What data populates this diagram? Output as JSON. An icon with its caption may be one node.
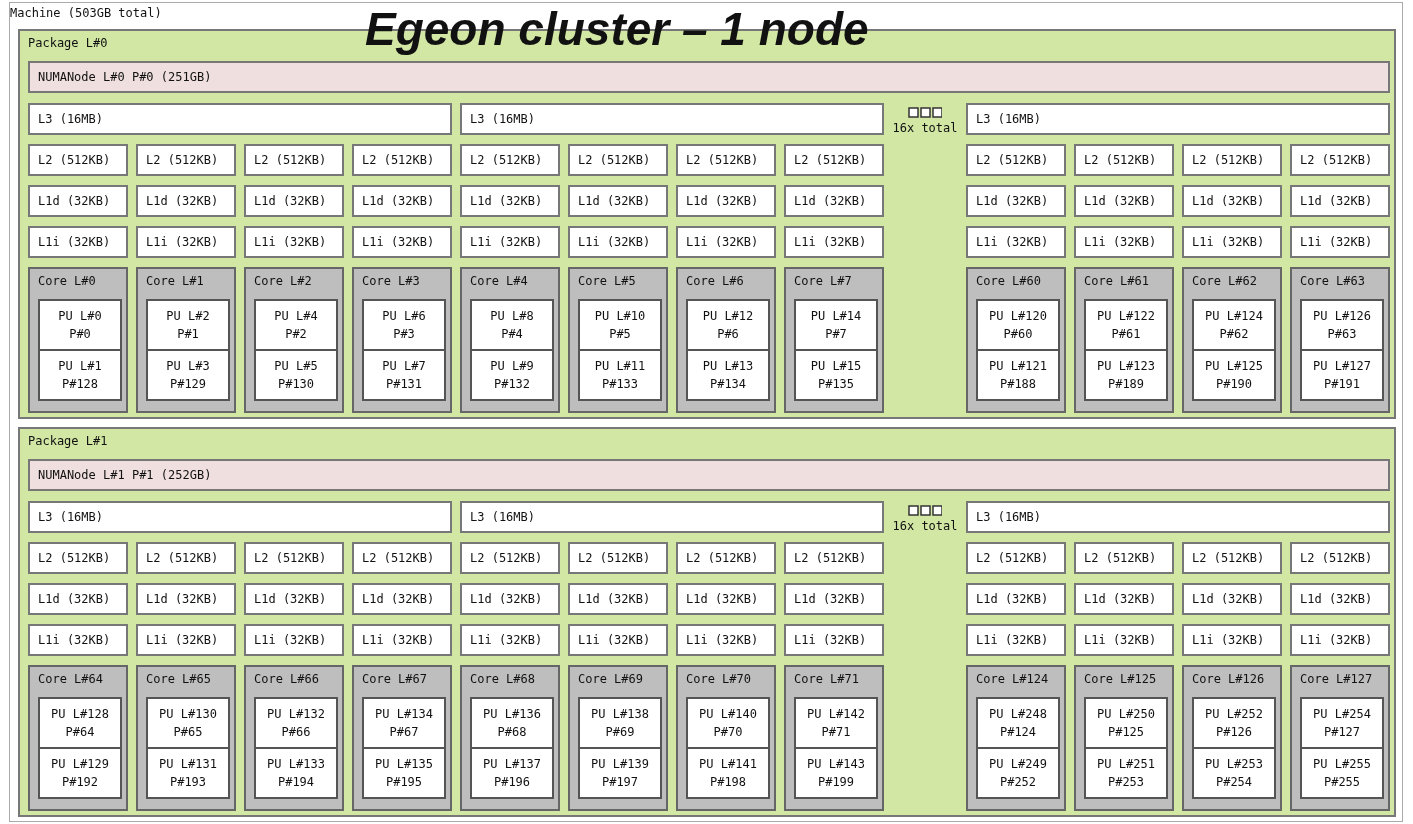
{
  "diagram": {
    "title": "Egeon cluster – 1 node",
    "nodes": [
      {
        "text": [
          "Machine (503GB total)"
        ]
      },
      {
        "text": [
          "Package L#0"
        ],
        "in": 0
      },
      {
        "text": [
          "NUMANode L#0 P#0 (251GB)"
        ],
        "in": 1
      },
      {
        "text": [
          "L3 (16MB)"
        ],
        "in": 1
      },
      {
        "text": [
          "L3 (16MB)"
        ],
        "in": 1
      },
      {
        "text": [
          "L3 (16MB)"
        ],
        "in": 1
      },
      {
        "text": [
          "L2 (512KB)"
        ],
        "in": 1
      },
      {
        "text": [
          "L2 (512KB)"
        ],
        "in": 1
      },
      {
        "text": [
          "L2 (512KB)"
        ],
        "in": 1
      },
      {
        "text": [
          "L2 (512KB)"
        ],
        "in": 1
      },
      {
        "text": [
          "L2 (512KB)"
        ],
        "in": 1
      },
      {
        "text": [
          "L2 (512KB)"
        ],
        "in": 1
      },
      {
        "text": [
          "L2 (512KB)"
        ],
        "in": 1
      },
      {
        "text": [
          "L2 (512KB)"
        ],
        "in": 1
      },
      {
        "text": [
          "L2 (512KB)"
        ],
        "in": 1
      },
      {
        "text": [
          "L2 (512KB)"
        ],
        "in": 1
      },
      {
        "text": [
          "L2 (512KB)"
        ],
        "in": 1
      },
      {
        "text": [
          "L2 (512KB)"
        ],
        "in": 1
      },
      {
        "text": [
          "L1d (32KB)"
        ],
        "in": 1
      },
      {
        "text": [
          "L1d (32KB)"
        ],
        "in": 1
      },
      {
        "text": [
          "L1d (32KB)"
        ],
        "in": 1
      },
      {
        "text": [
          "L1d (32KB)"
        ],
        "in": 1
      },
      {
        "text": [
          "L1d (32KB)"
        ],
        "in": 1
      },
      {
        "text": [
          "L1d (32KB)"
        ],
        "in": 1
      },
      {
        "text": [
          "L1d (32KB)"
        ],
        "in": 1
      },
      {
        "text": [
          "L1d (32KB)"
        ],
        "in": 1
      },
      {
        "text": [
          "L1d (32KB)"
        ],
        "in": 1
      },
      {
        "text": [
          "L1d (32KB)"
        ],
        "in": 1
      },
      {
        "text": [
          "L1d (32KB)"
        ],
        "in": 1
      },
      {
        "text": [
          "L1d (32KB)"
        ],
        "in": 1
      },
      {
        "text": [
          "L1i (32KB)"
        ],
        "in": 1
      },
      {
        "text": [
          "L1i (32KB)"
        ],
        "in": 1
      },
      {
        "text": [
          "L1i (32KB)"
        ],
        "in": 1
      },
      {
        "text": [
          "L1i (32KB)"
        ],
        "in": 1
      },
      {
        "text": [
          "L1i (32KB)"
        ],
        "in": 1
      },
      {
        "text": [
          "L1i (32KB)"
        ],
        "in": 1
      },
      {
        "text": [
          "L1i (32KB)"
        ],
        "in": 1
      },
      {
        "text": [
          "L1i (32KB)"
        ],
        "in": 1
      },
      {
        "text": [
          "L1i (32KB)"
        ],
        "in": 1
      },
      {
        "text": [
          "L1i (32KB)"
        ],
        "in": 1
      },
      {
        "text": [
          "L1i (32KB)"
        ],
        "in": 1
      },
      {
        "text": [
          "L1i (32KB)"
        ],
        "in": 1
      },
      {
        "text": [
          "Core L#0"
        ],
        "in": 1
      },
      {
        "text": [
          "PU L#0",
          "P#0"
        ],
        "in": 42
      },
      {
        "text": [
          "PU L#1",
          "P#128"
        ],
        "in": 42
      },
      {
        "text": [
          "Core L#1"
        ],
        "in": 1
      },
      {
        "text": [
          "PU L#2",
          "P#1"
        ],
        "in": 45
      },
      {
        "text": [
          "PU L#3",
          "P#129"
        ],
        "in": 45
      },
      {
        "text": [
          "Core L#2"
        ],
        "in": 1
      },
      {
        "text": [
          "PU L#4",
          "P#2"
        ],
        "in": 48
      },
      {
        "text": [
          "PU L#5",
          "P#130"
        ],
        "in": 48
      },
      {
        "text": [
          "Core L#3"
        ],
        "in": 1
      },
      {
        "text": [
          "PU L#6",
          "P#3"
        ],
        "in": 51
      },
      {
        "text": [
          "PU L#7",
          "P#131"
        ],
        "in": 51
      },
      {
        "text": [
          "Core L#4"
        ],
        "in": 1
      },
      {
        "text": [
          "PU L#8",
          "P#4"
        ],
        "in": 54
      },
      {
        "text": [
          "PU L#9",
          "P#132"
        ],
        "in": 54
      },
      {
        "text": [
          "Core L#5"
        ],
        "in": 1
      },
      {
        "text": [
          "PU L#10",
          "P#5"
        ],
        "in": 57
      },
      {
        "text": [
          "PU L#11",
          "P#133"
        ],
        "in": 57
      },
      {
        "text": [
          "Core L#6"
        ],
        "in": 1
      },
      {
        "text": [
          "PU L#12",
          "P#6"
        ],
        "in": 60
      },
      {
        "text": [
          "PU L#13",
          "P#134"
        ],
        "in": 60
      },
      {
        "text": [
          "Core L#7"
        ],
        "in": 1
      },
      {
        "text": [
          "PU L#14",
          "P#7"
        ],
        "in": 63
      },
      {
        "text": [
          "PU L#15",
          "P#135"
        ],
        "in": 63
      },
      {
        "text": [
          "Core L#60"
        ],
        "in": 1
      },
      {
        "text": [
          "PU L#120",
          "P#60"
        ],
        "in": 66
      },
      {
        "text": [
          "PU L#121",
          "P#188"
        ],
        "in": 66
      },
      {
        "text": [
          "Core L#61"
        ],
        "in": 1
      },
      {
        "text": [
          "PU L#122",
          "P#61"
        ],
        "in": 69
      },
      {
        "text": [
          "PU L#123",
          "P#189"
        ],
        "in": 69
      },
      {
        "text": [
          "Core L#62"
        ],
        "in": 1
      },
      {
        "text": [
          "PU L#124",
          "P#62"
        ],
        "in": 72
      },
      {
        "text": [
          "PU L#125",
          "P#190"
        ],
        "in": 72
      },
      {
        "text": [
          "Core L#63"
        ],
        "in": 1
      },
      {
        "text": [
          "PU L#126",
          "P#63"
        ],
        "in": 75
      },
      {
        "text": [
          "PU L#127",
          "P#191"
        ],
        "in": 75
      },
      {
        "text": [
          "Package L#1"
        ],
        "in": 0
      },
      {
        "text": [
          "NUMANode L#1 P#1 (252GB)"
        ],
        "in": 78
      },
      {
        "text": [
          "L3 (16MB)"
        ],
        "in": 78
      },
      {
        "text": [
          "L3 (16MB)"
        ],
        "in": 78
      },
      {
        "text": [
          "L3 (16MB)"
        ],
        "in": 78
      },
      {
        "text": [
          "L2 (512KB)"
        ],
        "in": 78
      },
      {
        "text": [
          "L2 (512KB)"
        ],
        "in": 78
      },
      {
        "text": [
          "L2 (512KB)"
        ],
        "in": 78
      },
      {
        "text": [
          "L2 (512KB)"
        ],
        "in": 78
      },
      {
        "text": [
          "L2 (512KB)"
        ],
        "in": 78
      },
      {
        "text": [
          "L2 (512KB)"
        ],
        "in": 78
      },
      {
        "text": [
          "L2 (512KB)"
        ],
        "in": 78
      },
      {
        "text": [
          "L2 (512KB)"
        ],
        "in": 78
      },
      {
        "text": [
          "L2 (512KB)"
        ],
        "in": 78
      },
      {
        "text": [
          "L2 (512KB)"
        ],
        "in": 78
      },
      {
        "text": [
          "L2 (512KB)"
        ],
        "in": 78
      },
      {
        "text": [
          "L2 (512KB)"
        ],
        "in": 78
      },
      {
        "text": [
          "L1d (32KB)"
        ],
        "in": 78
      },
      {
        "text": [
          "L1d (32KB)"
        ],
        "in": 78
      },
      {
        "text": [
          "L1d (32KB)"
        ],
        "in": 78
      },
      {
        "text": [
          "L1d (32KB)"
        ],
        "in": 78
      },
      {
        "text": [
          "L1d (32KB)"
        ],
        "in": 78
      },
      {
        "text": [
          "L1d (32KB)"
        ],
        "in": 78
      },
      {
        "text": [
          "L1d (32KB)"
        ],
        "in": 78
      },
      {
        "text": [
          "L1d (32KB)"
        ],
        "in": 78
      },
      {
        "text": [
          "L1d (32KB)"
        ],
        "in": 78
      },
      {
        "text": [
          "L1d (32KB)"
        ],
        "in": 78
      },
      {
        "text": [
          "L1d (32KB)"
        ],
        "in": 78
      },
      {
        "text": [
          "L1d (32KB)"
        ],
        "in": 78
      },
      {
        "text": [
          "L1i (32KB)"
        ],
        "in": 78
      },
      {
        "text": [
          "L1i (32KB)"
        ],
        "in": 78
      },
      {
        "text": [
          "L1i (32KB)"
        ],
        "in": 78
      },
      {
        "text": [
          "L1i (32KB)"
        ],
        "in": 78
      },
      {
        "text": [
          "L1i (32KB)"
        ],
        "in": 78
      },
      {
        "text": [
          "L1i (32KB)"
        ],
        "in": 78
      },
      {
        "text": [
          "L1i (32KB)"
        ],
        "in": 78
      },
      {
        "text": [
          "L1i (32KB)"
        ],
        "in": 78
      },
      {
        "text": [
          "L1i (32KB)"
        ],
        "in": 78
      },
      {
        "text": [
          "L1i (32KB)"
        ],
        "in": 78
      },
      {
        "text": [
          "L1i (32KB)"
        ],
        "in": 78
      },
      {
        "text": [
          "L1i (32KB)"
        ],
        "in": 78
      },
      {
        "text": [
          "Core L#64"
        ],
        "in": 78
      },
      {
        "text": [
          "PU L#128",
          "P#64"
        ],
        "in": 119
      },
      {
        "text": [
          "PU L#129",
          "P#192"
        ],
        "in": 119
      },
      {
        "text": [
          "Core L#65"
        ],
        "in": 78
      },
      {
        "text": [
          "PU L#130",
          "P#65"
        ],
        "in": 122
      },
      {
        "text": [
          "PU L#131",
          "P#193"
        ],
        "in": 122
      },
      {
        "text": [
          "Core L#66"
        ],
        "in": 78
      },
      {
        "text": [
          "PU L#132",
          "P#66"
        ],
        "in": 125
      },
      {
        "text": [
          "PU L#133",
          "P#194"
        ],
        "in": 125
      },
      {
        "text": [
          "Core L#67"
        ],
        "in": 78
      },
      {
        "text": [
          "PU L#134",
          "P#67"
        ],
        "in": 128
      },
      {
        "text": [
          "PU L#135",
          "P#195"
        ],
        "in": 128
      },
      {
        "text": [
          "Core L#68"
        ],
        "in": 78
      },
      {
        "text": [
          "PU L#136",
          "P#68"
        ],
        "in": 131
      },
      {
        "text": [
          "PU L#137",
          "P#196"
        ],
        "in": 131
      },
      {
        "text": [
          "Core L#69"
        ],
        "in": 78
      },
      {
        "text": [
          "PU L#138",
          "P#69"
        ],
        "in": 134
      },
      {
        "text": [
          "PU L#139",
          "P#197"
        ],
        "in": 134
      },
      {
        "text": [
          "Core L#70"
        ],
        "in": 78
      },
      {
        "text": [
          "PU L#140",
          "P#70"
        ],
        "in": 137
      },
      {
        "text": [
          "PU L#141",
          "P#198"
        ],
        "in": 137
      },
      {
        "text": [
          "Core L#71"
        ],
        "in": 78
      },
      {
        "text": [
          "PU L#142",
          "P#71"
        ],
        "in": 140
      },
      {
        "text": [
          "PU L#143",
          "P#199"
        ],
        "in": 140
      },
      {
        "text": [
          "Core L#124"
        ],
        "in": 78
      },
      {
        "text": [
          "PU L#248",
          "P#124"
        ],
        "in": 143
      },
      {
        "text": [
          "PU L#249",
          "P#252"
        ],
        "in": 143
      },
      {
        "text": [
          "Core L#125"
        ],
        "in": 78
      },
      {
        "text": [
          "PU L#250",
          "P#125"
        ],
        "in": 146
      },
      {
        "text": [
          "PU L#251",
          "P#253"
        ],
        "in": 146
      },
      {
        "text": [
          "Core L#126"
        ],
        "in": 78
      },
      {
        "text": [
          "PU L#252",
          "P#126"
        ],
        "in": 149
      },
      {
        "text": [
          "PU L#253",
          "P#254"
        ],
        "in": 149
      },
      {
        "text": [
          "Core L#127"
        ],
        "in": 78
      },
      {
        "text": [
          "PU L#254",
          "P#127"
        ],
        "in": 152
      },
      {
        "text": [
          "PU L#255",
          "P#255"
        ],
        "in": 152
      }
    ],
    "labels": [
      "16x total",
      "16x total"
    ]
  }
}
